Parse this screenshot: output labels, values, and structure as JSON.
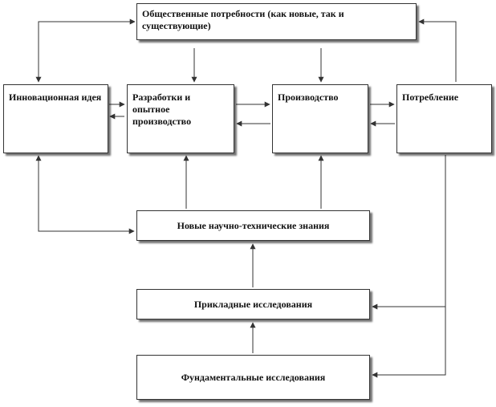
{
  "diagram": {
    "nodes": {
      "needs": {
        "label": "Общественные потребности (как новые, так и существующие)"
      },
      "idea": {
        "label": "Инновационная идея"
      },
      "dev": {
        "label": "Разработки и опытное производство"
      },
      "prod": {
        "label": "Производство"
      },
      "cons": {
        "label": "Потребление"
      },
      "know": {
        "label": "Новые научно-технические знания"
      },
      "applied": {
        "label": "Прикладные исследования"
      },
      "fund": {
        "label": "Фундаментальные исследования"
      }
    },
    "colors": {
      "line": "#333333",
      "shadow": "#7a7a7a"
    }
  }
}
